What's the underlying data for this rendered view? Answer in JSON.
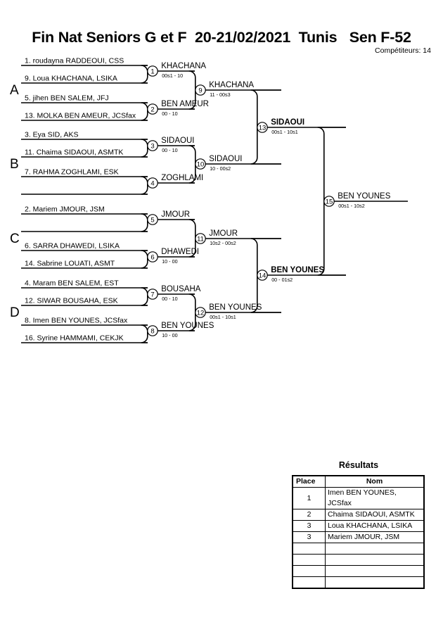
{
  "header": {
    "title": "Fin Nat Seniors G et F  20-21/02/2021  Tunis   Sen F-52",
    "competitors_label": "Compétiteurs: 14"
  },
  "sections": [
    {
      "letter": "A"
    },
    {
      "letter": "B"
    },
    {
      "letter": "C"
    },
    {
      "letter": "D"
    }
  ],
  "entries": [
    {
      "label": "1. roudayna RADDEOUI, CSS"
    },
    {
      "label": "9. Loua KHACHANA, LSIKA"
    },
    {
      "label": "5. jihen BEN SALEM, JFJ"
    },
    {
      "label": "13. MOLKA BEN AMEUR, JCSfax"
    },
    {
      "label": "3. Eya SID, AKS"
    },
    {
      "label": "11. Chaima SIDAOUI, ASMTK"
    },
    {
      "label": "7. RAHMA ZOGHLAMI, ESK"
    },
    {
      "label": ""
    },
    {
      "label": "2. Mariem JMOUR, JSM"
    },
    {
      "label": ""
    },
    {
      "label": "6. SARRA DHAWEDI, LSIKA"
    },
    {
      "label": "14. Sabrine LOUATI, ASMT"
    },
    {
      "label": "4. Maram BEN SALEM, EST"
    },
    {
      "label": "12. SIWAR BOUSAHA, ESK"
    },
    {
      "label": "8. Imen BEN YOUNES, JCSfax"
    },
    {
      "label": "16. Syrine HAMMAMI, CEKJK"
    }
  ],
  "matches": [
    {
      "number": "1",
      "winner": "KHACHANA",
      "score": "00s1 - 10",
      "bold": false
    },
    {
      "number": "2",
      "winner": "BEN AMEUR",
      "score": "00 - 10",
      "bold": false
    },
    {
      "number": "3",
      "winner": "SIDAOUI",
      "score": "00 - 10",
      "bold": false
    },
    {
      "number": "4",
      "winner": "ZOGHLAMI",
      "score": "",
      "bold": false
    },
    {
      "number": "5",
      "winner": "JMOUR",
      "score": "",
      "bold": false
    },
    {
      "number": "6",
      "winner": "DHAWEDI",
      "score": "10 - 00",
      "bold": false
    },
    {
      "number": "7",
      "winner": "BOUSAHA",
      "score": "00 - 10",
      "bold": false
    },
    {
      "number": "8",
      "winner": "BEN YOUNES",
      "score": "10 - 00",
      "bold": false
    },
    {
      "number": "9",
      "winner": "KHACHANA",
      "score": "11 - 00s3",
      "bold": false
    },
    {
      "number": "10",
      "winner": "SIDAOUI",
      "score": "10 - 00s2",
      "bold": false
    },
    {
      "number": "11",
      "winner": "JMOUR",
      "score": "10s2 - 00s2",
      "bold": false
    },
    {
      "number": "12",
      "winner": "BEN YOUNES",
      "score": "00s1 - 10s1",
      "bold": false
    },
    {
      "number": "13",
      "winner": "SIDAOUI",
      "score": "00s1 - 10s1",
      "bold": true
    },
    {
      "number": "14",
      "winner": "BEN YOUNES",
      "score": "00 - 01s2",
      "bold": true
    },
    {
      "number": "15",
      "winner": "BEN YOUNES",
      "score": "00s1 - 10s2",
      "bold": false
    }
  ],
  "results": {
    "title": "Résultats",
    "columns": [
      "Place",
      "Nom"
    ],
    "rows": [
      {
        "place": "1",
        "name": "Imen BEN YOUNES, JCSfax"
      },
      {
        "place": "2",
        "name": "Chaima SIDAOUI, ASMTK"
      },
      {
        "place": "3",
        "name": "Loua KHACHANA, LSIKA"
      },
      {
        "place": "3",
        "name": "Mariem JMOUR, JSM"
      },
      {
        "place": "",
        "name": ""
      },
      {
        "place": "",
        "name": ""
      },
      {
        "place": "",
        "name": ""
      },
      {
        "place": "",
        "name": ""
      }
    ]
  },
  "colors": {
    "line": "#000000",
    "background": "#ffffff",
    "text": "#000000"
  }
}
